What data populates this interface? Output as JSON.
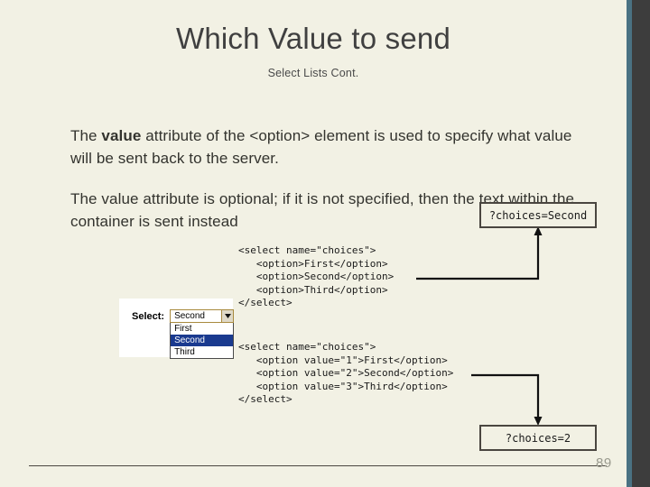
{
  "slide": {
    "title": "Which Value to send",
    "subtitle": "Select Lists Cont.",
    "page_number": "89",
    "background_color": "#f2f1e4",
    "accent_bar_color": "#4a7283",
    "dark_bar_color": "#3d3d3d"
  },
  "body": {
    "paragraph_1": {
      "prefix": "The ",
      "bold": "value",
      "suffix": " attribute of the <option> element is used to specify what value will be sent back to the server."
    },
    "paragraph_2": {
      "text": "The value attribute is optional; if it is not specified, then the text within the container is sent instead"
    }
  },
  "widget": {
    "label": "Select:",
    "selected_value": "Second",
    "arrow_icon": "dropdown-arrow-icon",
    "options": [
      {
        "label": "First",
        "selected": false
      },
      {
        "label": "Second",
        "selected": true
      },
      {
        "label": "Third",
        "selected": false
      }
    ]
  },
  "code_blocks": [
    {
      "id": "without-value-attribute",
      "text": "<select name=\"choices\">\n   <option>First</option>\n   <option>Second</option>\n   <option>Third</option>\n</select>"
    },
    {
      "id": "with-value-attribute",
      "text": "<select name=\"choices\">\n   <option value=\"1\">First</option>\n   <option value=\"2\">Second</option>\n   <option value=\"3\">Third</option>\n</select>"
    }
  ],
  "callouts": {
    "top": "?choices=Second",
    "bottom": "?choices=2"
  }
}
